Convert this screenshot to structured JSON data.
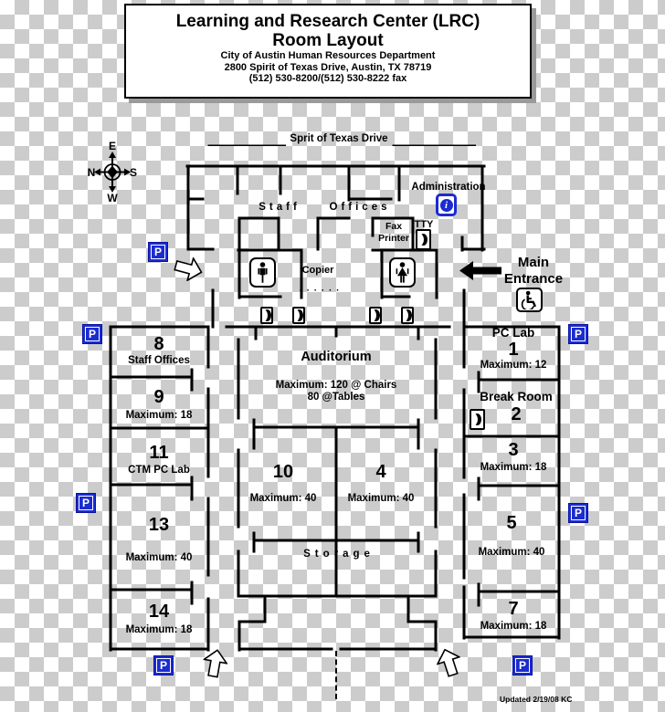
{
  "header": {
    "title": "Learning and Research Center (LRC)",
    "subtitle": "Room Layout",
    "department": "City of Austin Human Resources Department",
    "address": "2800 Spirit of Texas Drive, Austin, TX 78719",
    "phone": "(512) 530-8200/(512) 530-8222 fax"
  },
  "compass": {
    "top": "E",
    "left": "N",
    "right": "S",
    "bottom": "W"
  },
  "street_label": "Sprit of Texas Drive",
  "top_section": {
    "staff": "Staff",
    "offices": "Offices",
    "administration": "Administration",
    "fax": "Fax",
    "printer": "Printer",
    "tty": "TTY",
    "copier": "Copier",
    "counter_dots": "· · · · · ·",
    "main_entrance_line1": "Main",
    "main_entrance_line2": "Entrance"
  },
  "signs": {
    "parking_letter": "P",
    "info_letter": "i"
  },
  "rooms": {
    "left": [
      {
        "number": "8",
        "label": "Staff Offices"
      },
      {
        "number": "9",
        "label": "Maximum: 18"
      },
      {
        "number": "11",
        "label": "CTM PC Lab"
      },
      {
        "number": "13",
        "label": "Maximum: 40"
      },
      {
        "number": "14",
        "label": "Maximum: 18"
      }
    ],
    "right": [
      {
        "name": "PC Lab",
        "number": "1",
        "label": "Maximum: 12"
      },
      {
        "name": "Break Room",
        "number": "2",
        "label": ""
      },
      {
        "name": "",
        "number": "3",
        "label": "Maximum: 18"
      },
      {
        "name": "",
        "number": "5",
        "label": "Maximum: 40"
      },
      {
        "name": "",
        "number": "7",
        "label": "Maximum: 18"
      }
    ],
    "center": {
      "auditorium_title": "Auditorium",
      "auditorium_capacity_chairs": "Maximum: 120 @ Chairs",
      "auditorium_capacity_tables": "80 @Tables",
      "room10_number": "10",
      "room10_label": "Maximum: 40",
      "room4_number": "4",
      "room4_label": "Maximum: 40",
      "storage": "Storage"
    }
  },
  "footer": {
    "updated": "Updated 2/19/08 KC"
  },
  "colors": {
    "sign_blue": "#1b2cd0",
    "wall": "#000000",
    "checker_gray": "#cccccc"
  }
}
